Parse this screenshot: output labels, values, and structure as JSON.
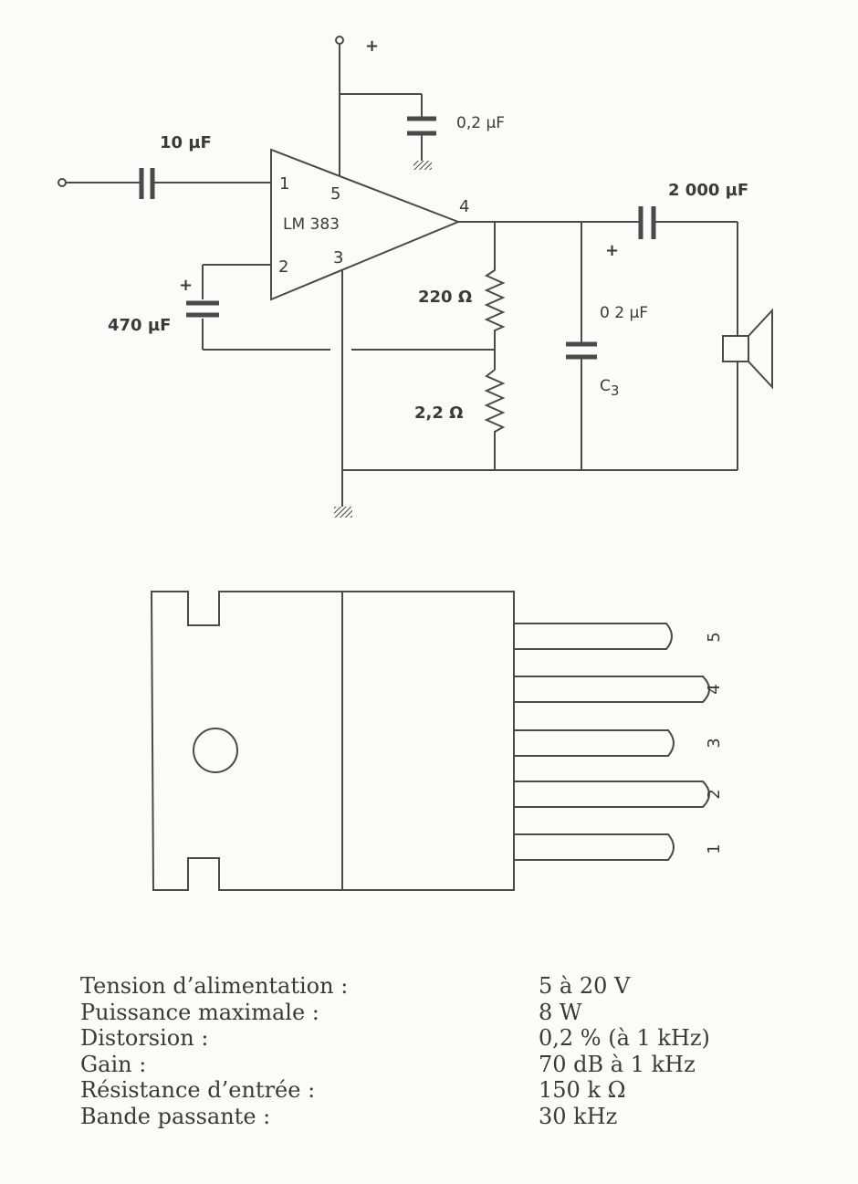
{
  "schematic": {
    "supply": "+",
    "ic_name": "LM 383",
    "pins": {
      "p1": "1",
      "p2": "2",
      "p3": "3",
      "p4": "4",
      "p5": "5"
    },
    "c_in": "10 µF",
    "c_supply": "0,2 µF",
    "c_feedback": "470 µF",
    "c_feedback_pol": "+",
    "r1": "220 Ω",
    "r2": "2,2 Ω",
    "c3_value": "0 2 µF",
    "c3_label": "C3",
    "c_out": "2 000 µF",
    "c_out_pol": "+"
  },
  "package": {
    "pins": [
      "5",
      "4",
      "3",
      "2",
      "1"
    ]
  },
  "specs": [
    {
      "label": "Tension d’alimentation :",
      "value": "5 à 20 V"
    },
    {
      "label": "Puissance maximale :",
      "value": "8 W"
    },
    {
      "label": "Distorsion :",
      "value": "0,2 % (à 1 kHz)"
    },
    {
      "label": "Gain :",
      "value": "70 dB à 1 kHz"
    },
    {
      "label": "Résistance d’entrée :",
      "value": "150 k Ω"
    },
    {
      "label": "Bande passante :",
      "value": "30 kHz"
    }
  ]
}
